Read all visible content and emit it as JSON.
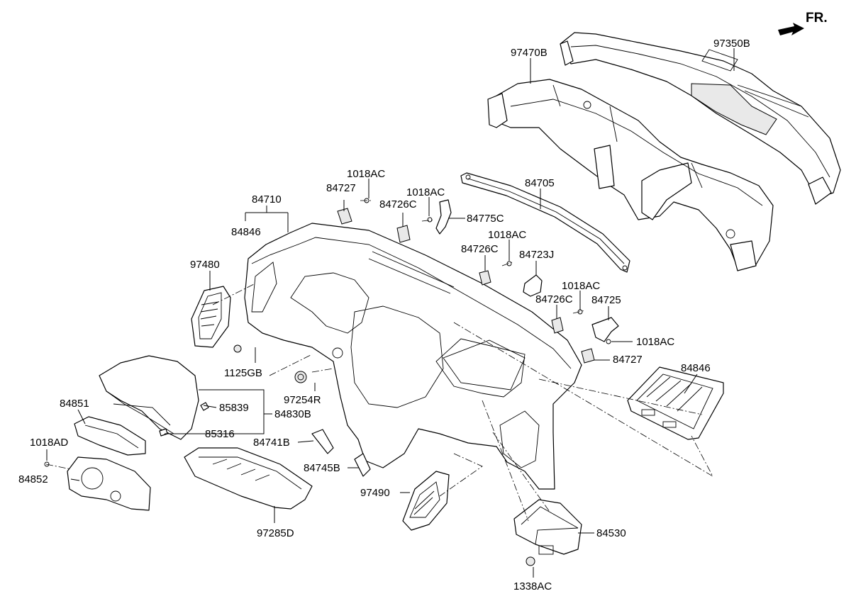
{
  "orientation_label": "FR.",
  "icons": {
    "direction": "forward-arrow-icon"
  },
  "labels": {
    "p97350B": "97350B",
    "p97470B": "97470B",
    "p84705": "84705",
    "p1018AC_a": "1018AC",
    "p84727_a": "84727",
    "p1018AC_b": "1018AC",
    "p84726C_a": "84726C",
    "p84775C": "84775C",
    "p84710": "84710",
    "p84846_a": "84846",
    "p1018AC_c": "1018AC",
    "p84726C_b": "84726C",
    "p84723J": "84723J",
    "p97480": "97480",
    "p1018AC_d": "1018AC",
    "p84726C_c": "84726C",
    "p84725": "84725",
    "p1018AC_e": "1018AC",
    "p84727_b": "84727",
    "p84846_b": "84846",
    "p1125GB": "1125GB",
    "p97254R": "97254R",
    "p84851": "84851",
    "p85839": "85839",
    "p84830B": "84830B",
    "p85316": "85316",
    "p1018AD": "1018AD",
    "p84852": "84852",
    "p84741B": "84741B",
    "p84745B": "84745B",
    "p97490": "97490",
    "p97285D": "97285D",
    "p84530": "84530",
    "p1338AC": "1338AC"
  }
}
